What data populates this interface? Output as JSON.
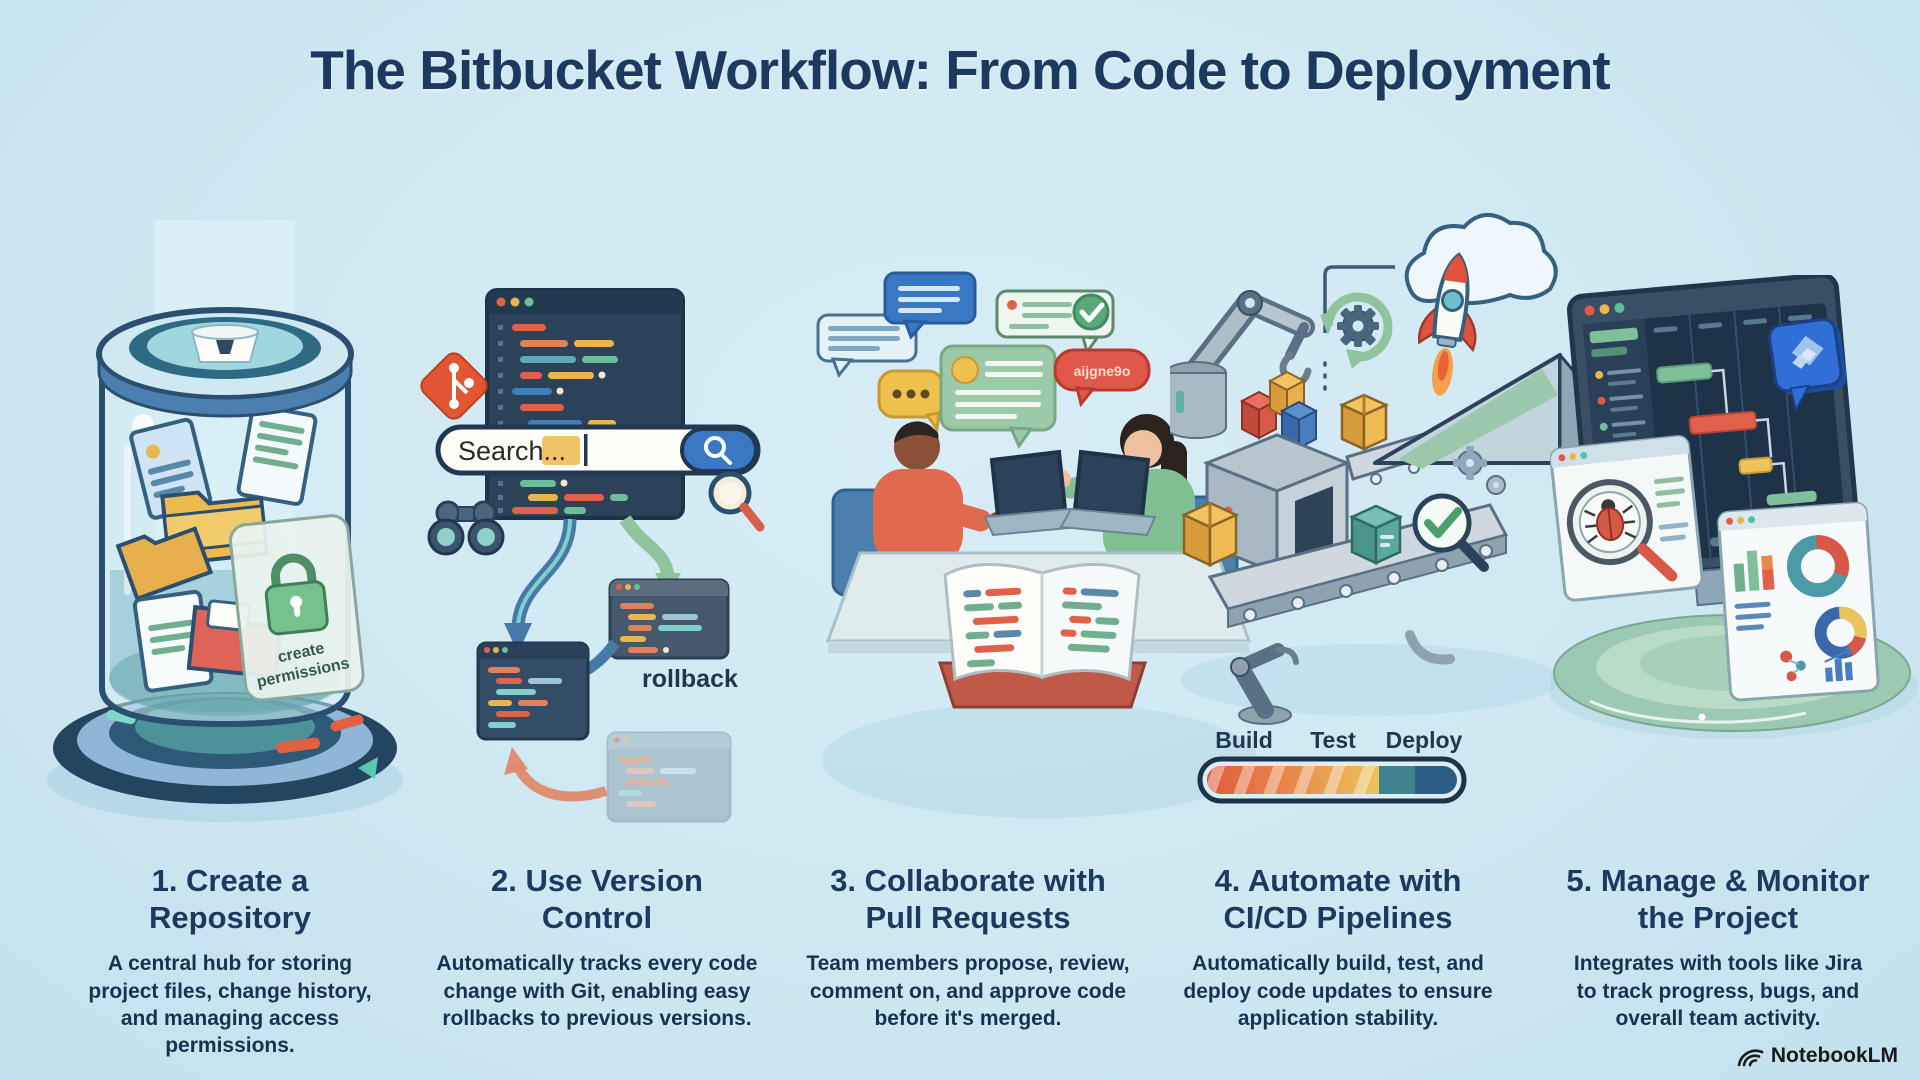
{
  "title": "The Bitbucket Workflow: From Code to Deployment",
  "steps": [
    {
      "heading_lines": [
        "1. Create a",
        "Repository"
      ],
      "description": "A central hub for storing project files, change history, and managing access permissions."
    },
    {
      "heading_lines": [
        "2. Use Version",
        "Control"
      ],
      "description": "Automatically tracks every code change with Git, enabling easy rollbacks to previous versions."
    },
    {
      "heading_lines": [
        "3. Collaborate with",
        "Pull Requests"
      ],
      "description": "Team members propose, review, comment on, and approve code before it's merged."
    },
    {
      "heading_lines": [
        "4. Automate with",
        "CI/CD Pipelines"
      ],
      "description": "Automatically build, test, and deploy code updates to ensure application stability."
    },
    {
      "heading_lines": [
        "5. Manage & Monitor",
        "the Project"
      ],
      "description": "Integrates with tools like Jira to track progress, bugs, and overall team activity."
    }
  ],
  "illustrations": {
    "repository": {
      "lock_card_lines": [
        "create",
        "permissions"
      ]
    },
    "version_control": {
      "search_placeholder": "Search...",
      "rollback_label": "rollback"
    },
    "pull_requests": {
      "status_bubble_text": "aijgne9o"
    },
    "cicd": {
      "stage_labels": [
        "Build",
        "Test",
        "Deploy"
      ]
    }
  },
  "watermark": {
    "brand": "NotebookLM"
  },
  "colors": {
    "background": "#cfe8f2",
    "title": "#1c3a5f",
    "body_text": "#16324f",
    "accent_blue": "#3b78c4",
    "git_orange": "#e25633",
    "jira_blue": "#2f6fd6",
    "success_green": "#5aa877",
    "alert_red": "#e0584a"
  }
}
